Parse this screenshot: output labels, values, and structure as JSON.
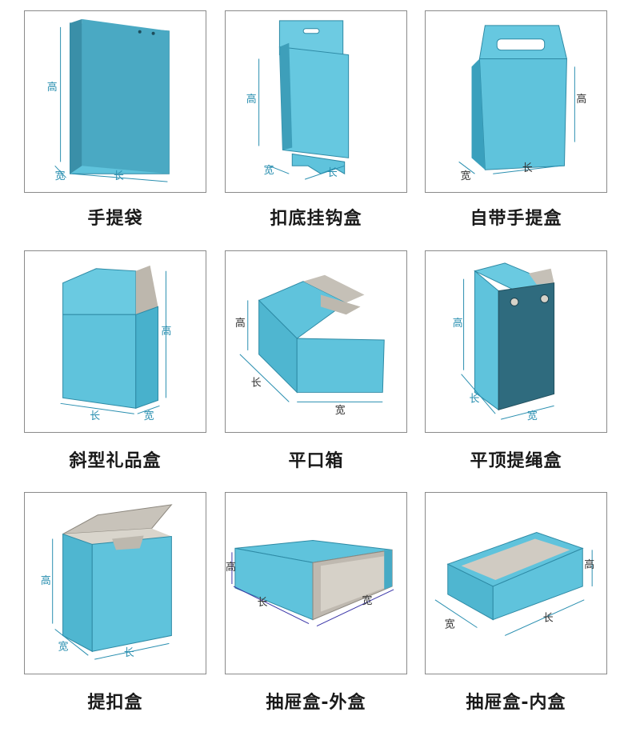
{
  "colors": {
    "box_front": "#5fc3dc",
    "box_side": "#3ea7c4",
    "box_dark": "#2e6e82",
    "inner": "#c9c4bc",
    "dimension": "#2a8fb0"
  },
  "items": [
    {
      "caption": "手提袋",
      "labels": {
        "height": "高",
        "width": "宽",
        "length": "长"
      }
    },
    {
      "caption": "扣底挂钩盒",
      "labels": {
        "height": "高",
        "width": "宽",
        "length": "长"
      }
    },
    {
      "caption": "自带手提盒",
      "labels": {
        "height": "高",
        "width": "宽",
        "length": "长"
      }
    },
    {
      "caption": "斜型礼品盒",
      "labels": {
        "height": "高",
        "width": "宽",
        "length": "长"
      }
    },
    {
      "caption": "平口箱",
      "labels": {
        "height": "高",
        "width": "宽",
        "length": "长"
      }
    },
    {
      "caption": "平顶提绳盒",
      "labels": {
        "height": "高",
        "width": "宽",
        "length": "长"
      }
    },
    {
      "caption": "提扣盒",
      "labels": {
        "height": "高",
        "width": "宽",
        "length": "长"
      }
    },
    {
      "caption": "抽屉盒-外盒",
      "labels": {
        "height": "高",
        "width": "宽",
        "length": "长"
      }
    },
    {
      "caption": "抽屉盒-内盒",
      "labels": {
        "height": "高",
        "width": "宽",
        "length": "长"
      }
    }
  ]
}
